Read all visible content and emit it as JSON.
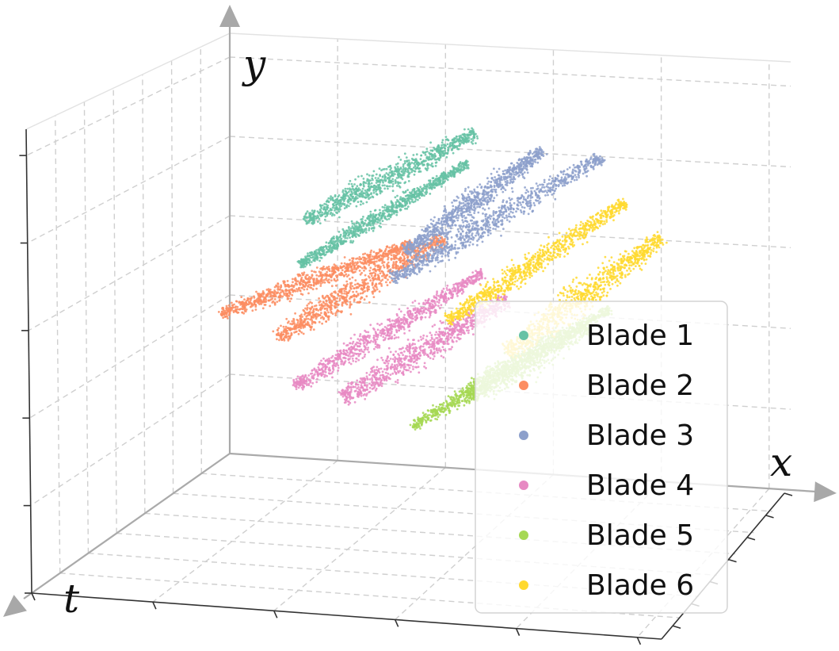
{
  "chart_data": {
    "type": "scatter",
    "projection": "3d",
    "axes": {
      "x": {
        "label": "x"
      },
      "y": {
        "label": "y"
      },
      "t": {
        "label": "t"
      }
    },
    "grid": true,
    "legend": {
      "placement": "bottom-right"
    },
    "series": [
      {
        "name": "Blade 1",
        "color": "#66c2a5"
      },
      {
        "name": "Blade 2",
        "color": "#fc8d62"
      },
      {
        "name": "Blade 3",
        "color": "#8da0cb"
      },
      {
        "name": "Blade 4",
        "color": "#e78ac3"
      },
      {
        "name": "Blade 5",
        "color": "#a6d854"
      },
      {
        "name": "Blade 6",
        "color": "#ffd92f"
      }
    ]
  }
}
